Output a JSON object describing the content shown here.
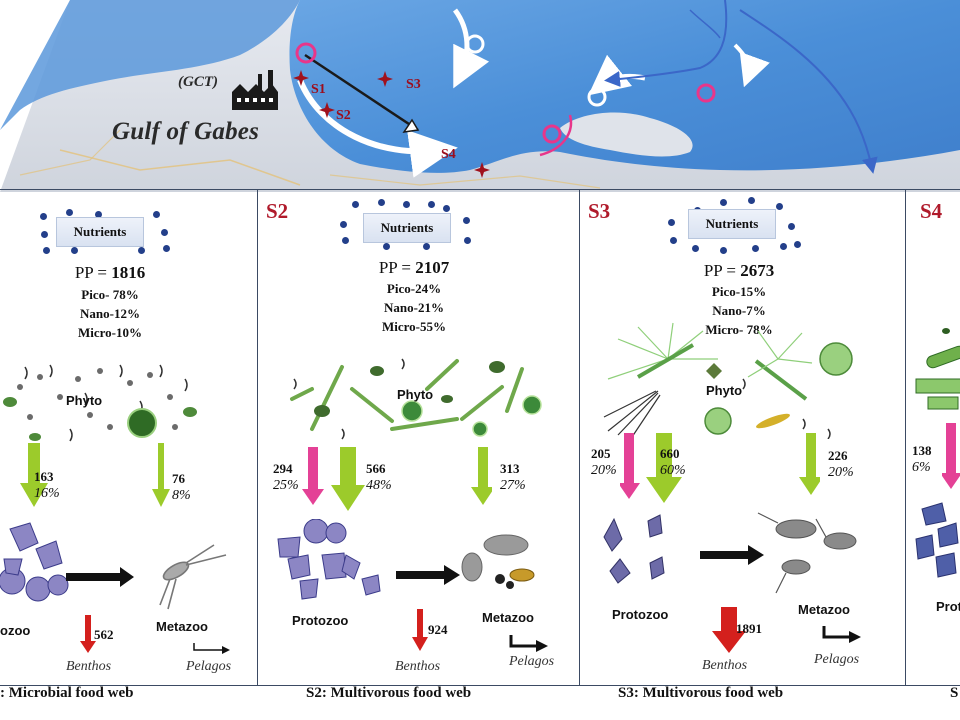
{
  "map": {
    "gulf_name": "Gulf of Gabes",
    "gct_label": "(GCT)",
    "stations": [
      "S1",
      "S2",
      "S3",
      "S4"
    ],
    "colors": {
      "sea": "#4a8fd6",
      "land": "#d8dde6",
      "station": "#a0111c",
      "eddy": "#e8368a"
    }
  },
  "panels": [
    {
      "id": "S1",
      "title": "",
      "nutrients": "Nutrients",
      "pp_label": "PP = ",
      "pp_value": "1816",
      "pico": "Pico- 78%",
      "nano": "Nano-12%",
      "micro": "Micro-10%",
      "phyto": "Phyto",
      "flux_proto_value": "163",
      "flux_proto_pct": "16%",
      "flux_meta_value": "76",
      "flux_meta_pct": "8%",
      "protozoo": "ozoo",
      "metazoo": "Metazoo",
      "benthos_value": "562",
      "benthos": "Benthos",
      "pelagos": "Pelagos",
      "caption": ": Microbial food web"
    },
    {
      "id": "S2",
      "title": "S2",
      "nutrients": "Nutrients",
      "pp_label": "PP = ",
      "pp_value": "2107",
      "pico": "Pico-24%",
      "nano": "Nano-21%",
      "micro": "Micro-55%",
      "phyto": "Phyto",
      "flux_left_value": "294",
      "flux_left_pct": "25%",
      "flux_proto_value": "566",
      "flux_proto_pct": "48%",
      "flux_meta_value": "313",
      "flux_meta_pct": "27%",
      "protozoo": "Protozoo",
      "metazoo": "Metazoo",
      "benthos_value": "924",
      "benthos": "Benthos",
      "pelagos": "Pelagos",
      "caption": "S2: Multivorous  food web"
    },
    {
      "id": "S3",
      "title": "S3",
      "nutrients": "Nutrients",
      "pp_label": "PP = ",
      "pp_value": "2673",
      "pico": "Pico-15%",
      "nano": "Nano-7%",
      "micro": "Micro-  78%",
      "phyto": "Phyto",
      "flux_left_value": "205",
      "flux_left_pct": "20%",
      "flux_proto_value": "660",
      "flux_proto_pct": "60%",
      "flux_meta_value": "226",
      "flux_meta_pct": "20%",
      "protozoo": "Protozoo",
      "metazoo": "Metazoo",
      "benthos_value": "1891",
      "benthos": "Benthos",
      "pelagos": "Pelagos",
      "caption": "S3: Multivorous  food web"
    },
    {
      "id": "S4",
      "title": "S4",
      "phyto": "",
      "flux_left_value": "138",
      "flux_left_pct": "6%",
      "protozoo": "Prot",
      "caption": "S"
    }
  ]
}
